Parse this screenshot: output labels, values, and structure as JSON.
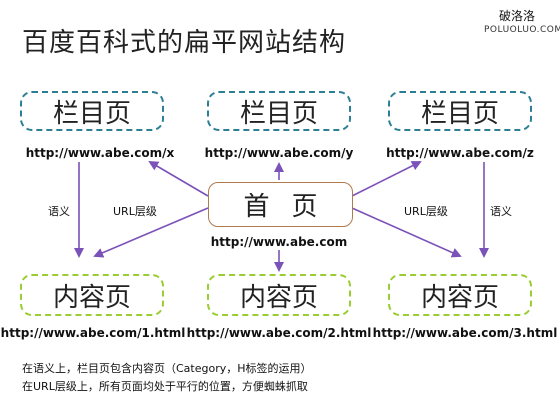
{
  "title": "百度百科式的扁平网站结构",
  "logo": {
    "cn": "破洛洛",
    "en": "POLUOLUO.COM"
  },
  "columns": [
    {
      "label": "栏目页",
      "url": "http://www.abe.com/x"
    },
    {
      "label": "栏目页",
      "url": "http://www.abe.com/y"
    },
    {
      "label": "栏目页",
      "url": "http://www.abe.com/z"
    }
  ],
  "home": {
    "label": "首页",
    "url": "http://www.abe.com"
  },
  "contents": [
    {
      "label": "内容页",
      "url": "http://www.abe.com/1.html"
    },
    {
      "label": "内容页",
      "url": "http://www.abe.com/2.html"
    },
    {
      "label": "内容页",
      "url": "http://www.abe.com/3.html"
    }
  ],
  "edge_labels": {
    "semantic": "语义",
    "url_level": "URL层级"
  },
  "footer": [
    "在语义上，栏目页包含内容页（Category，H标签的运用）",
    "在URL层级上，所有页面均处于平行的位置，方便蜘蛛抓取"
  ],
  "colors": {
    "column_border": "#2d7f95",
    "content_border": "#9acd32",
    "home_border": "#b07a4e",
    "arrow": "#7b52b8"
  }
}
